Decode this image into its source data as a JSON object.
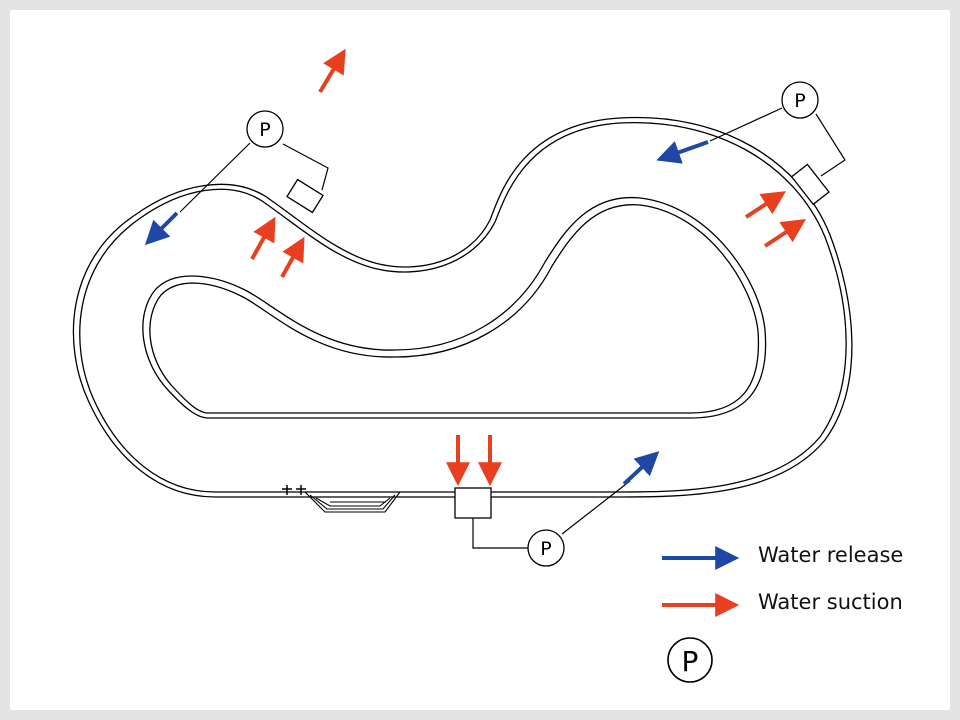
{
  "diagram": {
    "pump_letter": "P",
    "colors": {
      "release": "#1f48a6",
      "suction": "#e8401f",
      "outline": "#000000"
    }
  },
  "legend": {
    "release_label": "Water release",
    "suction_label": "Water suction",
    "pump_letter": "P"
  }
}
